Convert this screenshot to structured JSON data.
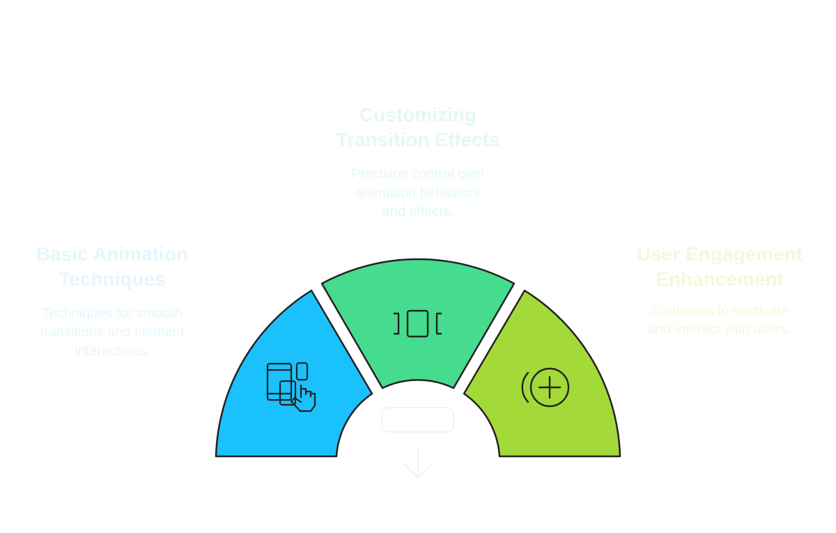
{
  "colors": {
    "segment_left": "#1ac1fc",
    "segment_center": "#46dc8f",
    "segment_right": "#a4d93a",
    "outline": "#222222",
    "label_left": "#e6f6fd",
    "label_center": "#e4f9ee",
    "label_right": "#f3f9dc",
    "hub_outline": "#eeeeee"
  },
  "segments": [
    {
      "id": "left",
      "title_line1": "Basic Animation",
      "title_line2": "Techniques",
      "desc_line1": "Techniques for smooth",
      "desc_line2": "transitions and element",
      "desc_line3": "interactions.",
      "icon": "devices-touch-icon"
    },
    {
      "id": "center",
      "title_line1": "Customizing",
      "title_line2": "Transition Effects",
      "desc_line1": "Precision control over",
      "desc_line2": "animation behaviors",
      "desc_line3": "and effects.",
      "icon": "carousel-frame-icon"
    },
    {
      "id": "right",
      "title_line1": "User Engagement",
      "title_line2": "Enhancement",
      "desc_line1": "Strategies to captivate",
      "desc_line2": "and interact with users.",
      "icon": "add-circle-signal-icon"
    }
  ],
  "hub": {
    "icon": "arrow-down-icon"
  }
}
